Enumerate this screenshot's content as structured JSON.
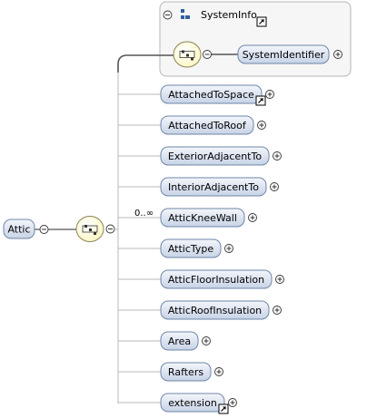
{
  "diagram": {
    "root": {
      "label": "Attic"
    },
    "group": {
      "header_label": "SystemInfo",
      "child": {
        "label": "SystemIdentifier"
      }
    },
    "occurrence_label": "0..∞",
    "children": [
      {
        "id": "attached-to-space",
        "label": "AttachedToSpace",
        "reference": true
      },
      {
        "id": "attached-to-roof",
        "label": "AttachedToRoof",
        "reference": false
      },
      {
        "id": "exterior-adjacent-to",
        "label": "ExteriorAdjacentTo",
        "reference": false
      },
      {
        "id": "interior-adjacent-to",
        "label": "InteriorAdjacentTo",
        "reference": false
      },
      {
        "id": "attic-knee-wall",
        "label": "AtticKneeWall",
        "reference": false
      },
      {
        "id": "attic-type",
        "label": "AtticType",
        "reference": false
      },
      {
        "id": "attic-floor-insulation",
        "label": "AtticFloorInsulation",
        "reference": false
      },
      {
        "id": "attic-roof-insulation",
        "label": "AtticRoofInsulation",
        "reference": false
      },
      {
        "id": "area",
        "label": "Area",
        "reference": false
      },
      {
        "id": "rafters",
        "label": "Rafters",
        "reference": false
      },
      {
        "id": "extension",
        "label": "extension",
        "reference": true
      }
    ],
    "colors": {
      "node_fill_top": "#f3f6fb",
      "node_fill_bottom": "#c7d3e6",
      "node_stroke": "#6f86a8",
      "connector": "#555555",
      "branch_line": "#b9b9b9",
      "compositor_fill": "#fdf6c3",
      "compositor_stroke": "#8c8455",
      "group_box_fill": "#f6f6f6",
      "group_box_stroke": "#b5b5b5",
      "group_icon": "#2f5f9e"
    }
  }
}
